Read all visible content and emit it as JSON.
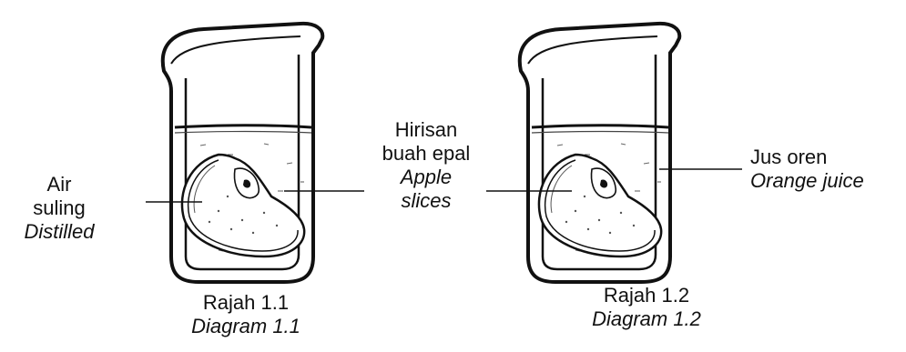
{
  "diagrams": [
    {
      "caption_ms": "Rajah 1.1",
      "caption_en": "Diagram 1.1",
      "liquid_label_ms_line1": "Air",
      "liquid_label_ms_line2": "suling",
      "liquid_label_en": "Distilled"
    },
    {
      "caption_ms": "Rajah 1.2",
      "caption_en": "Diagram 1.2",
      "liquid_label_ms": "Jus oren",
      "liquid_label_en": "Orange juice"
    }
  ],
  "apple_label": {
    "ms_line1": "Hirisan",
    "ms_line2": "buah epal",
    "en_line1": "Apple",
    "en_line2": "slices"
  },
  "colors": {
    "ink": "#111111",
    "background": "#ffffff"
  }
}
